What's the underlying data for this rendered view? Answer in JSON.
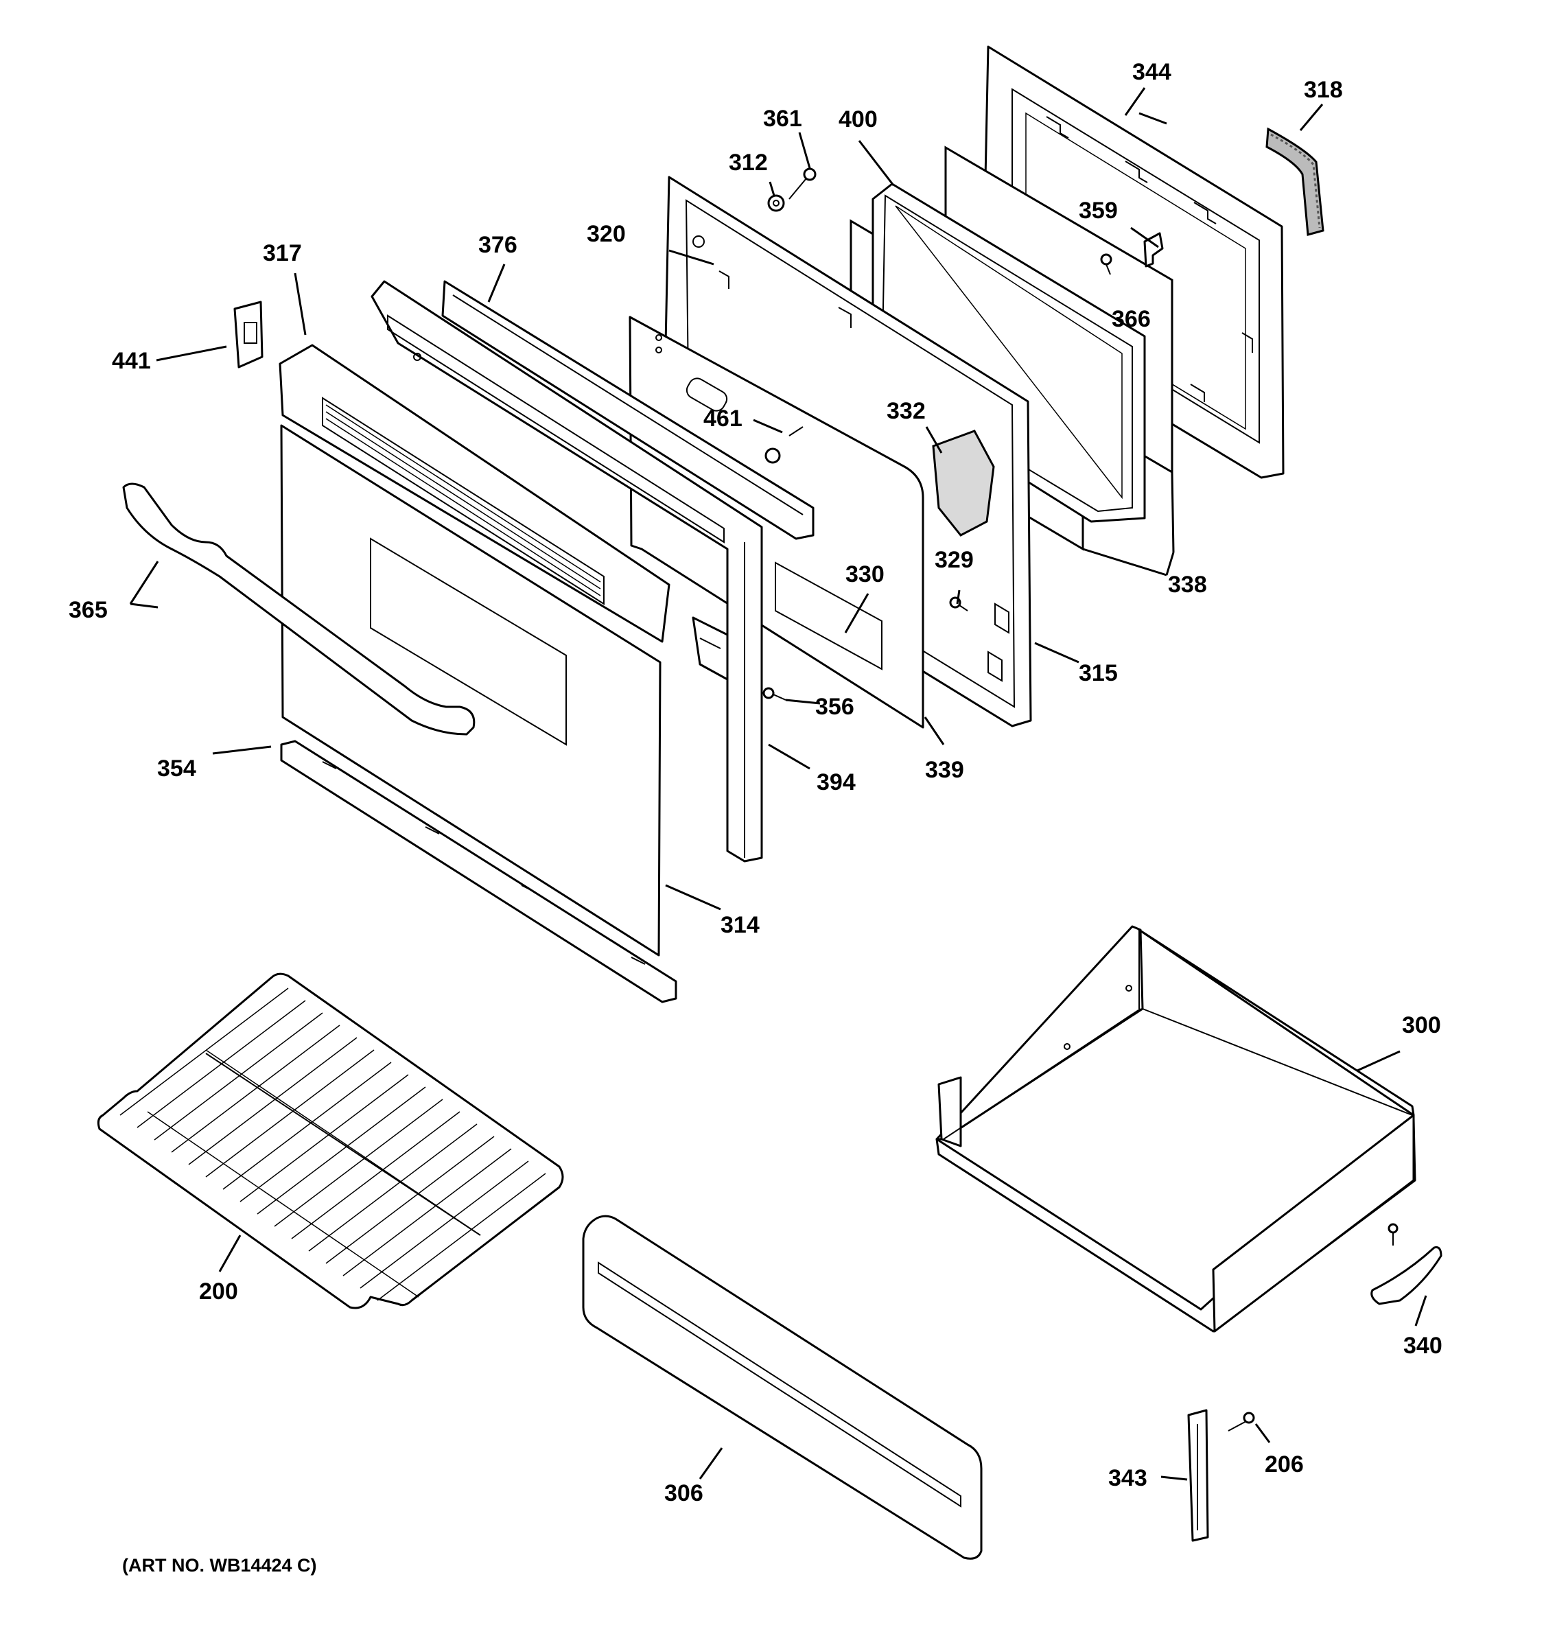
{
  "diagram": {
    "caption": "(ART NO. WB14424 C)",
    "parts": [
      {
        "id": "p200",
        "label": "200"
      },
      {
        "id": "p206",
        "label": "206"
      },
      {
        "id": "p300",
        "label": "300"
      },
      {
        "id": "p306",
        "label": "306"
      },
      {
        "id": "p312",
        "label": "312"
      },
      {
        "id": "p314",
        "label": "314"
      },
      {
        "id": "p315",
        "label": "315"
      },
      {
        "id": "p317",
        "label": "317"
      },
      {
        "id": "p318",
        "label": "318"
      },
      {
        "id": "p320",
        "label": "320"
      },
      {
        "id": "p329",
        "label": "329"
      },
      {
        "id": "p330",
        "label": "330"
      },
      {
        "id": "p332",
        "label": "332"
      },
      {
        "id": "p338",
        "label": "338"
      },
      {
        "id": "p339",
        "label": "339"
      },
      {
        "id": "p340",
        "label": "340"
      },
      {
        "id": "p343",
        "label": "343"
      },
      {
        "id": "p344",
        "label": "344"
      },
      {
        "id": "p354",
        "label": "354"
      },
      {
        "id": "p356",
        "label": "356"
      },
      {
        "id": "p359",
        "label": "359"
      },
      {
        "id": "p361",
        "label": "361"
      },
      {
        "id": "p365",
        "label": "365"
      },
      {
        "id": "p366",
        "label": "366"
      },
      {
        "id": "p376",
        "label": "376"
      },
      {
        "id": "p394",
        "label": "394"
      },
      {
        "id": "p400",
        "label": "400"
      },
      {
        "id": "p441",
        "label": "441"
      },
      {
        "id": "p461",
        "label": "461"
      }
    ]
  }
}
